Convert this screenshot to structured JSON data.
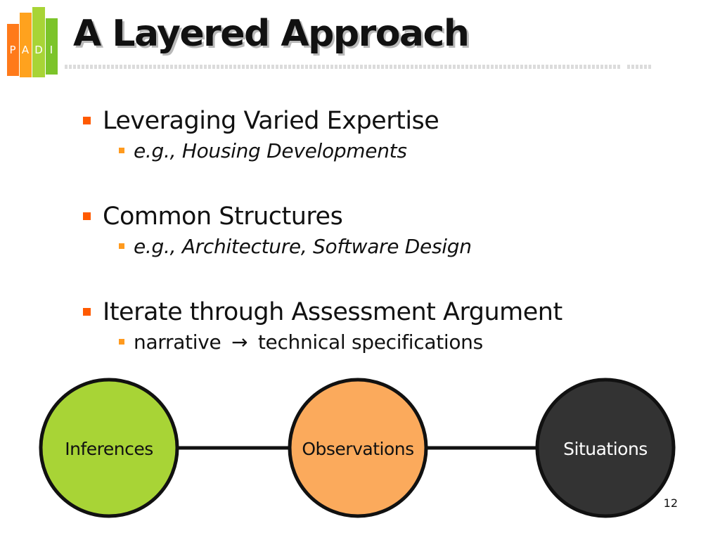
{
  "slide": {
    "title": "A Layered Approach",
    "logo_letters": [
      "P",
      "A",
      "D",
      "I"
    ],
    "page_number": "12"
  },
  "bullets": [
    {
      "text": "Leveraging Varied Expertise",
      "sub_prefix": "e.g., ",
      "sub_text": "Housing Developments",
      "sub_italic": true
    },
    {
      "text": "Common Structures",
      "sub_prefix": "e.g., ",
      "sub_text": "Architecture, Software Design",
      "sub_italic": true
    },
    {
      "text": "Iterate through Assessment Argument",
      "sub_prefix": "narrative",
      "sub_arrow": "→",
      "sub_text": "technical specifications",
      "sub_italic": false
    }
  ],
  "diagram": {
    "nodes": [
      {
        "label": "Inferences",
        "fill": "#a8d436",
        "text_color": "#111111"
      },
      {
        "label": "Observations",
        "fill": "#fbaa5c",
        "text_color": "#111111"
      },
      {
        "label": "Situations",
        "fill": "#333333",
        "text_color": "#ffffff"
      }
    ]
  },
  "colors": {
    "bullet_level1": "#ff5a00",
    "bullet_level2": "#ff9a1e",
    "logo_bars": [
      "#ff7a1a",
      "#ffa21e",
      "#a8d436",
      "#7cc42a"
    ]
  }
}
